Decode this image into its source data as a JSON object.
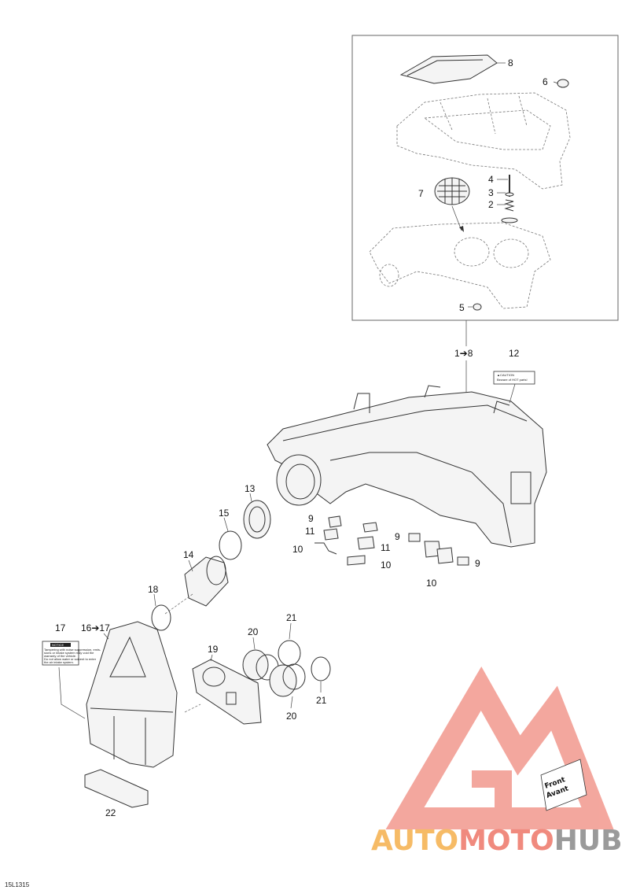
{
  "callouts": {
    "c8": "8",
    "c6": "6",
    "c4": "4",
    "c3": "3",
    "c2": "2",
    "c7": "7",
    "c5": "5",
    "c1_8": "1➔8",
    "c12": "12",
    "c13": "13",
    "c15": "15",
    "c14": "14",
    "c18": "18",
    "c9a": "9",
    "c11a": "11",
    "c10a": "10",
    "c9b": "9",
    "c11b": "11",
    "c10b": "10",
    "c9c": "9",
    "c10c": "10",
    "c17": "17",
    "c16_17": "16➔17",
    "c19": "19",
    "c20a": "20",
    "c21a": "21",
    "c20b": "20",
    "c21b": "21",
    "c22": "22"
  },
  "caution_label": {
    "title": "▲CAUTION",
    "text": "Beware of HOT parts!"
  },
  "notice_label": {
    "title": "NOTICE",
    "lines": [
      "Tampering with noise suppression, emis-",
      "sions or intake system may void the",
      "warranty of the vehicle.",
      "Do not allow water or solvent to enter",
      "the air intake system."
    ]
  },
  "front_label": {
    "line1": "Front",
    "line2": "Avant"
  },
  "watermark": {
    "auto": "AUTO",
    "moto": "MOTO",
    "hub": "HUB"
  },
  "drawing_code": "15L1315",
  "colors": {
    "logo_red": "#f08a7e",
    "logo_orange": "#f6bb66",
    "logo_hub": "#9a9a9a"
  }
}
